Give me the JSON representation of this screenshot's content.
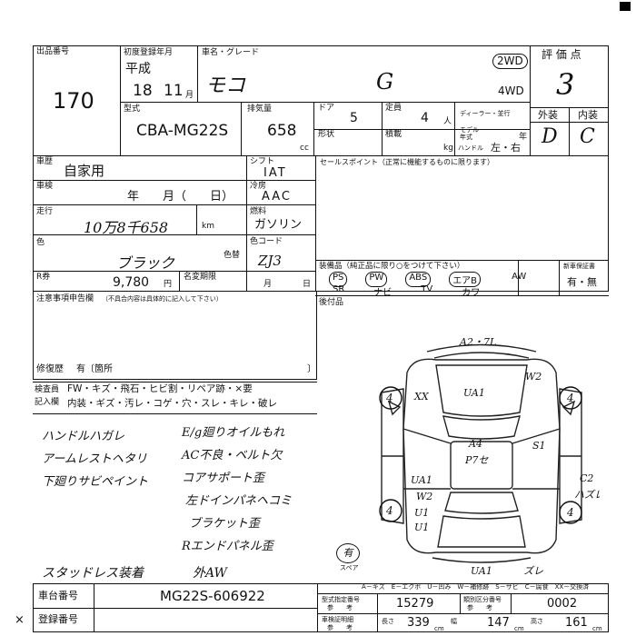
{
  "header": {
    "lot_label": "出品番号",
    "lot_number": "170",
    "first_reg_label": "初度登録年月",
    "era": "平成",
    "reg_year": "18",
    "reg_month": "11",
    "month_unit": "月",
    "car_grade_label": "車名・グレード",
    "car_name": "モコ",
    "grade": "G",
    "drive_2wd": "2WD",
    "drive_4wd": "4WD",
    "eval_label": "評 価 点",
    "eval_score": "3",
    "exterior_label": "外装",
    "interior_label": "内装",
    "exterior_grade": "D",
    "interior_grade": "C"
  },
  "specs": {
    "model_label": "型式",
    "model": "CBA-MG22S",
    "displacement_label": "排気量",
    "displacement": "658",
    "cc_unit": "cc",
    "door_label": "ドア",
    "door": "5",
    "capacity_label": "定員",
    "capacity": "4",
    "person_unit": "人",
    "dealer_label": "ディーラー・並行",
    "model_year_label": "モデル年式",
    "year_unit": "年",
    "shape_label": "形状",
    "load_label": "積載",
    "kg_unit": "kg",
    "handle_label": "ハンドル",
    "handle_value": "左・右"
  },
  "history": {
    "label": "車歴",
    "value": "自家用",
    "shaken_label": "車検",
    "shaken_value": "年　　月（　　日）",
    "mileage_label": "走行",
    "mileage_value": "10万8千658",
    "km_unit": "km",
    "color_label": "色",
    "color_value": "ブラック",
    "color_change_label": "色替",
    "shift_label": "シフト",
    "shift_value": "IAT",
    "aircon_label": "冷房",
    "aircon_value": "AAC",
    "fuel_label": "燃料",
    "fuel_value": "ガソリン",
    "color_code_label": "色コード",
    "color_code_value": "ZJ3",
    "recycle_label": "R券",
    "recycle_value": "9,780",
    "yen_unit": "円",
    "name_change_label": "名変期限",
    "month_label": "月",
    "day_label": "日"
  },
  "sales_point": {
    "label": "セールスポイント（正常に機能するものに限ります）"
  },
  "equipment": {
    "label": "装備品（純正品に限り○をつけて下さい）",
    "row1": [
      "PS",
      "PW",
      "ABS",
      "エアB",
      "AW"
    ],
    "row2": [
      "SR",
      "ナビ",
      "TV",
      "カワ"
    ],
    "aftermarket_label": "後付品",
    "new_car_warranty_label": "新車保証書",
    "warranty_value": "有・無"
  },
  "notes": {
    "label": "注意事項申告欄",
    "sub": "（不具合内容は具体的に記入して下さい）",
    "repair_label": "修復歴",
    "repair_value": "有〔箇所",
    "repair_close": "〕"
  },
  "inspector": {
    "label1": "検査員",
    "label2": "記入欄",
    "line1": "FW・キズ・飛石・ヒビ割・リペア跡・×要",
    "line2": "内装・ギズ・汚レ・コゲ・穴・スレ・キレ・破レ"
  },
  "comments": {
    "col1": [
      "ハンドルハガレ",
      "アームレストヘタリ",
      "下廻りサビペイント"
    ],
    "col2": [
      "E/g廻りオイルもれ",
      "AC不良・ベルト欠",
      "コアサポート歪",
      "左ドインパネヘコミ",
      "ブラケット歪",
      "Rエンドパネル歪"
    ],
    "foot_left": "スタッドレス装着",
    "foot_right": "外AW"
  },
  "diagram": {
    "marks": [
      "A2・7L",
      "XX",
      "UA1",
      "W2",
      "4",
      "4",
      "4",
      "4",
      "A4",
      "P7セ",
      "S1",
      "UA1",
      "W2",
      "A1",
      "U1",
      "U1",
      "C2",
      "ハズレ",
      "UA1",
      "ズレ"
    ],
    "spare_label": "スペア",
    "spare_mark": "有",
    "legend": "A－キズ　E－エクボ　U－凹み　W－補修跡　S－サビ　C－腐食　XX－交換済"
  },
  "footer": {
    "chassis_label": "車台番号",
    "chassis_value": "MG22S-606922",
    "reg_label": "登録番号",
    "type_designation_label": "型式指定番号",
    "type_designation_sub": "参　　考",
    "type_designation_value": "15279",
    "class_label": "類別区分番号",
    "class_sub": "参　　考",
    "class_value": "0002",
    "dims_label": "車検証明細",
    "dims_sub": "参　　考",
    "length_label": "長さ",
    "length_value": "339",
    "width_label": "幅",
    "width_value": "147",
    "height_label": "高さ",
    "height_value": "161",
    "cm_unit": "cm",
    "x_mark": "×"
  }
}
